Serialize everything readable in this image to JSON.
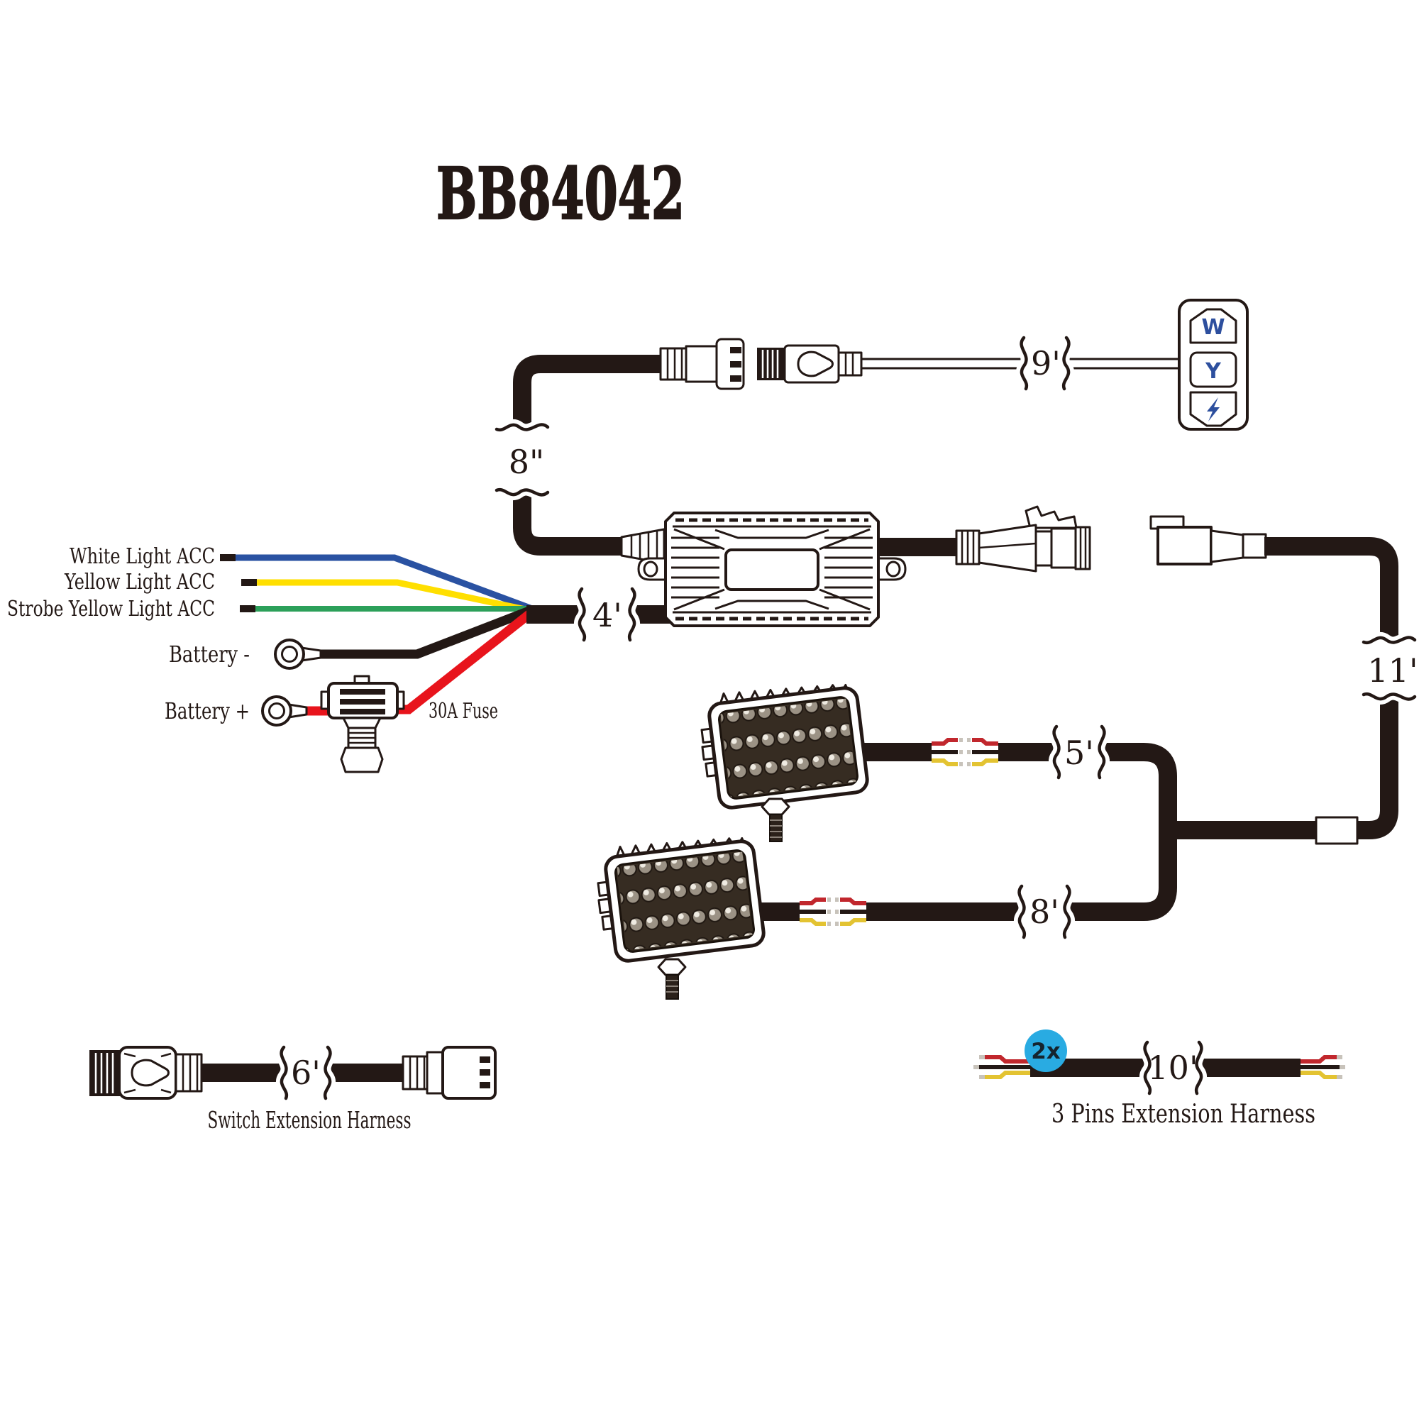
{
  "title": "BB84042",
  "wires": {
    "white_acc_label": "White Light ACC",
    "yellow_acc_label": "Yellow Light ACC",
    "strobe_acc_label": "Strobe Yellow Light ACC",
    "battery_negative_label": "Battery -",
    "battery_positive_label": "Battery +",
    "fuse_label": "30A Fuse"
  },
  "lengths": {
    "switch_lead": "9'",
    "controller_drop": "8\"",
    "acc_lead": "4'",
    "main_lead": "11'",
    "light_upper_lead": "5'",
    "light_lower_lead": "8'",
    "switch_extension": "6'",
    "pins_extension": "10'"
  },
  "switch": {
    "button_white": "W",
    "button_yellow": "Y"
  },
  "harnesses": {
    "switch_extension_label": "Switch Extension Harness",
    "pins_extension_label": "3 Pins Extension Harness",
    "quantity_badge": "2x"
  },
  "colors": {
    "line": "#231815",
    "wire_blue": "#2a52a2",
    "wire_yellow": "#ffdf00",
    "wire_green": "#2ca05a",
    "wire_red": "#e8141c",
    "switch_text_blue": "#2d4f9e",
    "badge_blue": "#29abe2"
  }
}
